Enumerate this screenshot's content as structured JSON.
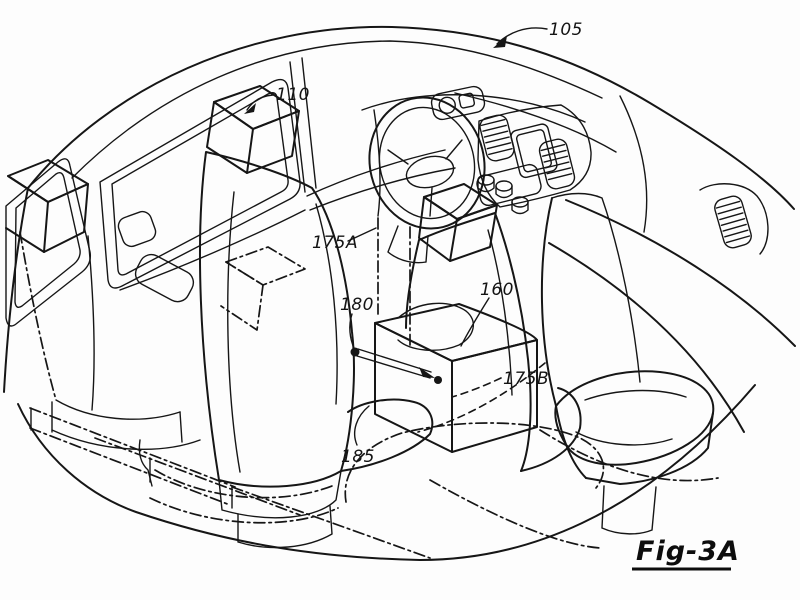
{
  "figure": {
    "fig_label": "Fig-3A",
    "reference_numerals": {
      "n105": "105",
      "n110": "110",
      "n175A": "175A",
      "n180": "180",
      "n160": "160",
      "n175B": "175B",
      "n185": "185"
    },
    "colors": {
      "line": "#161616",
      "background": "#fdfdfd"
    }
  }
}
